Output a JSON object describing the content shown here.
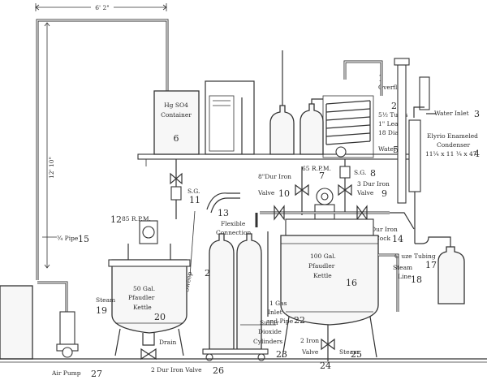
{
  "dimension_top": "6' 2\"",
  "dimension_side": "12' 10\"",
  "labels": {
    "hgso4_line1": "Hg SO4",
    "hgso4_line2": "Container",
    "overflow": "Overflow",
    "turns": "5½ Turns",
    "lead": "1\" Lead",
    "dia": "18 Dia.",
    "water": "Water",
    "water_inlet": "Water Inlet",
    "condenser_line1": "Elyrio Enameled",
    "condenser_line2": "Condenser",
    "condenser_line3": "11¼ x 11 ¼ x 47",
    "rpm_center": "65 R.P.M.",
    "sg_center": "S.G.",
    "dur_valve_left_line1": "8\"Dur Iron",
    "dur_valve_left_line2": "Valve",
    "dur_valve_right_line1": "3 Dur Iron",
    "dur_valve_right_line2": "Valve",
    "dur_cock_line1": "8 Dur Iron",
    "dur_cock_line2": "Cock",
    "sg_left": "S.G.",
    "rpm_left": "85 R.P.M.",
    "flexible_line1": "Flexible",
    "flexible_line2": "Connection",
    "pipe_34": "¾ Pipe",
    "kettle_small_line1": "50 Gal.",
    "kettle_small_line2": "Pfaudler",
    "kettle_small_line3": "Kettle",
    "steam_left": "Steam",
    "drain": "Drain",
    "kettle_big_line1": "100 Gal.",
    "kettle_big_line2": "Pfaudler",
    "kettle_big_line3": "Kettle",
    "gauze_line1": "G uze Tubing",
    "steam_line1": "Steam",
    "steam_line2": "Line",
    "gas_line1": "1 Gas",
    "gas_line2": "Inlet",
    "gas_line3": "and Pipe",
    "sulfur_line1": "Sulfur",
    "sulfur_line2": "Dioxide",
    "sulfur_line3": "Cylinders",
    "iron_valve_line1": "2 Iron",
    "iron_valve_line2": "Valve",
    "steam_bottom": "Steam",
    "air_pump": "Air Pump",
    "dur_iron_valve_bottom": "2 Dur Iron Valve",
    "sweep": "Sweep"
  },
  "numbers": {
    "n1": "1",
    "n2": "2",
    "n3": "3",
    "n4": "4",
    "n5": "5",
    "n6": "6",
    "n7": "7",
    "n8": "8",
    "n9": "9",
    "n10": "10",
    "n11": "11",
    "n12": "12",
    "n13": "13",
    "n14": "14",
    "n15": "15",
    "n16": "16",
    "n17": "17",
    "n18": "18",
    "n19": "19",
    "n20": "20",
    "n21": "21",
    "n22": "22",
    "n23": "23",
    "n24": "24",
    "n25": "25",
    "n26": "26",
    "n27": "27"
  }
}
